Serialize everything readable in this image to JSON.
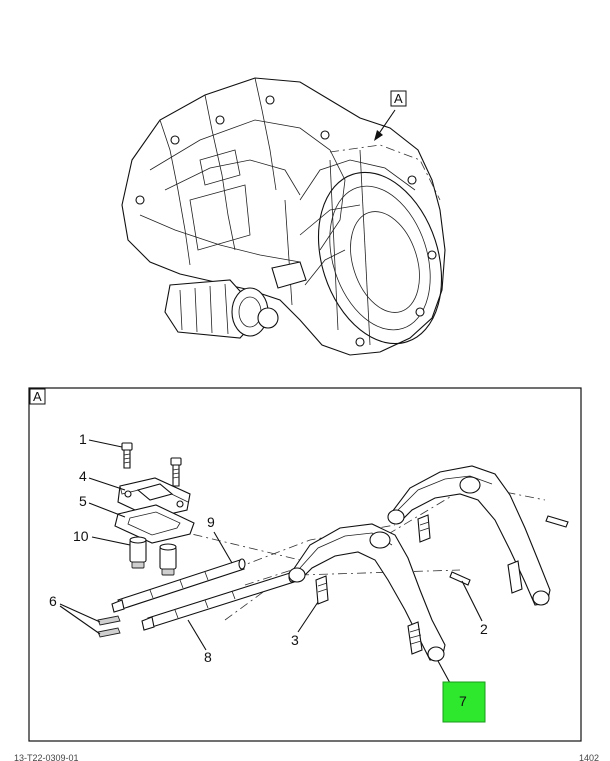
{
  "view_labels": {
    "top": "A",
    "detail": "A"
  },
  "callouts": {
    "c1": "1",
    "c2": "2",
    "c3": "3",
    "c4": "4",
    "c5": "5",
    "c6": "6",
    "c7": "7",
    "c8": "8",
    "c9": "9",
    "c10": "10"
  },
  "highlight": {
    "callout": "7",
    "color": "#2ee82e"
  },
  "footer": {
    "left": "13-T22-0309-01",
    "right": "1402"
  }
}
